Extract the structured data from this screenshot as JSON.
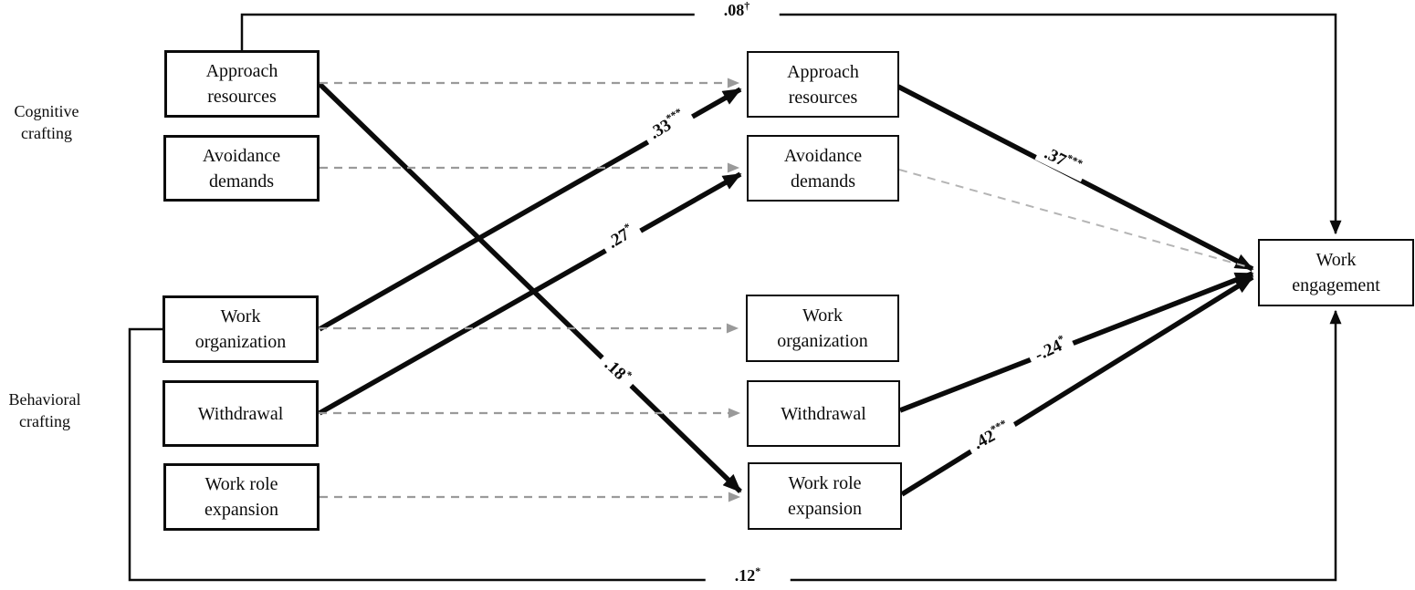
{
  "figure": {
    "type": "path-diagram",
    "background": "#ffffff",
    "line_color": "#0b0b0b",
    "dashed_color": "#9a9a9a"
  },
  "groups": {
    "cognitive": "Cognitive\ncrafting",
    "behavioral": "Behavioral\ncrafting"
  },
  "nodes": {
    "t1_approach": "Approach\nresources",
    "t1_avoidance": "Avoidance\ndemands",
    "t1_workorg": "Work\norganization",
    "t1_withdrawal": "Withdrawal",
    "t1_workrole": "Work role\nexpansion",
    "t2_approach": "Approach\nresources",
    "t2_avoidance": "Avoidance\ndemands",
    "t2_workorg": "Work\norganization",
    "t2_withdrawal": "Withdrawal",
    "t2_workrole": "Work role\nexpansion",
    "outcome": "Work\nengagement"
  },
  "coefficients": {
    "cognitive_direct": {
      "value": ".08",
      "sig": "†"
    },
    "behavioral_direct": {
      "value": ".12",
      "sig": "*"
    },
    "workorg_to_approach": {
      "value": ".33",
      "sig": "***"
    },
    "withdrawal_to_avoidance": {
      "value": ".27",
      "sig": "*"
    },
    "approach_to_workrole": {
      "value": ".18",
      "sig": "*"
    },
    "approach_to_engagement": {
      "value": ".37",
      "sig": "***"
    },
    "withdrawal_to_engagement": {
      "value": "-.24",
      "sig": "*"
    },
    "workrole_to_engagement": {
      "value": ".42",
      "sig": "***"
    }
  }
}
